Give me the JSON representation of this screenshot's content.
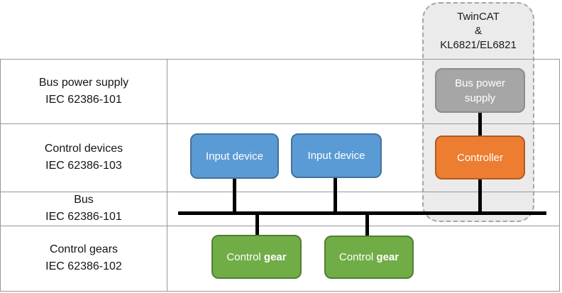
{
  "group": {
    "line1": "TwinCAT",
    "line2": "&",
    "line3": "KL6821/EL6821"
  },
  "table": {
    "rows": [
      {
        "title": "Bus power supply",
        "standard": "IEC 62386-101"
      },
      {
        "title": "Control devices",
        "standard": "IEC 62386-103"
      },
      {
        "title": "Bus",
        "standard": "IEC 62386-101"
      },
      {
        "title": "Control gears",
        "standard": "IEC 62386-102"
      }
    ]
  },
  "nodes": {
    "bus_power_supply": {
      "line1": "Bus power",
      "line2": "supply"
    },
    "input_device": "Input device",
    "controller": "Controller",
    "control_gear": {
      "text_normal": "Control",
      "text_bold": " gear"
    }
  },
  "colors": {
    "input_device_fill": "#5B9BD5",
    "input_device_border": "#41719C",
    "controller_fill": "#ED7D31",
    "controller_border": "#AE5A21",
    "control_gear_fill": "#70AD47",
    "control_gear_border": "#507E32",
    "bus_power_supply_fill": "#A6A6A6",
    "bus_power_supply_border": "#8C8C8C",
    "group_fill": "#EBEBEB",
    "group_border": "#A6A6A6",
    "table_line": "#979797",
    "bus_line": "#000000"
  }
}
